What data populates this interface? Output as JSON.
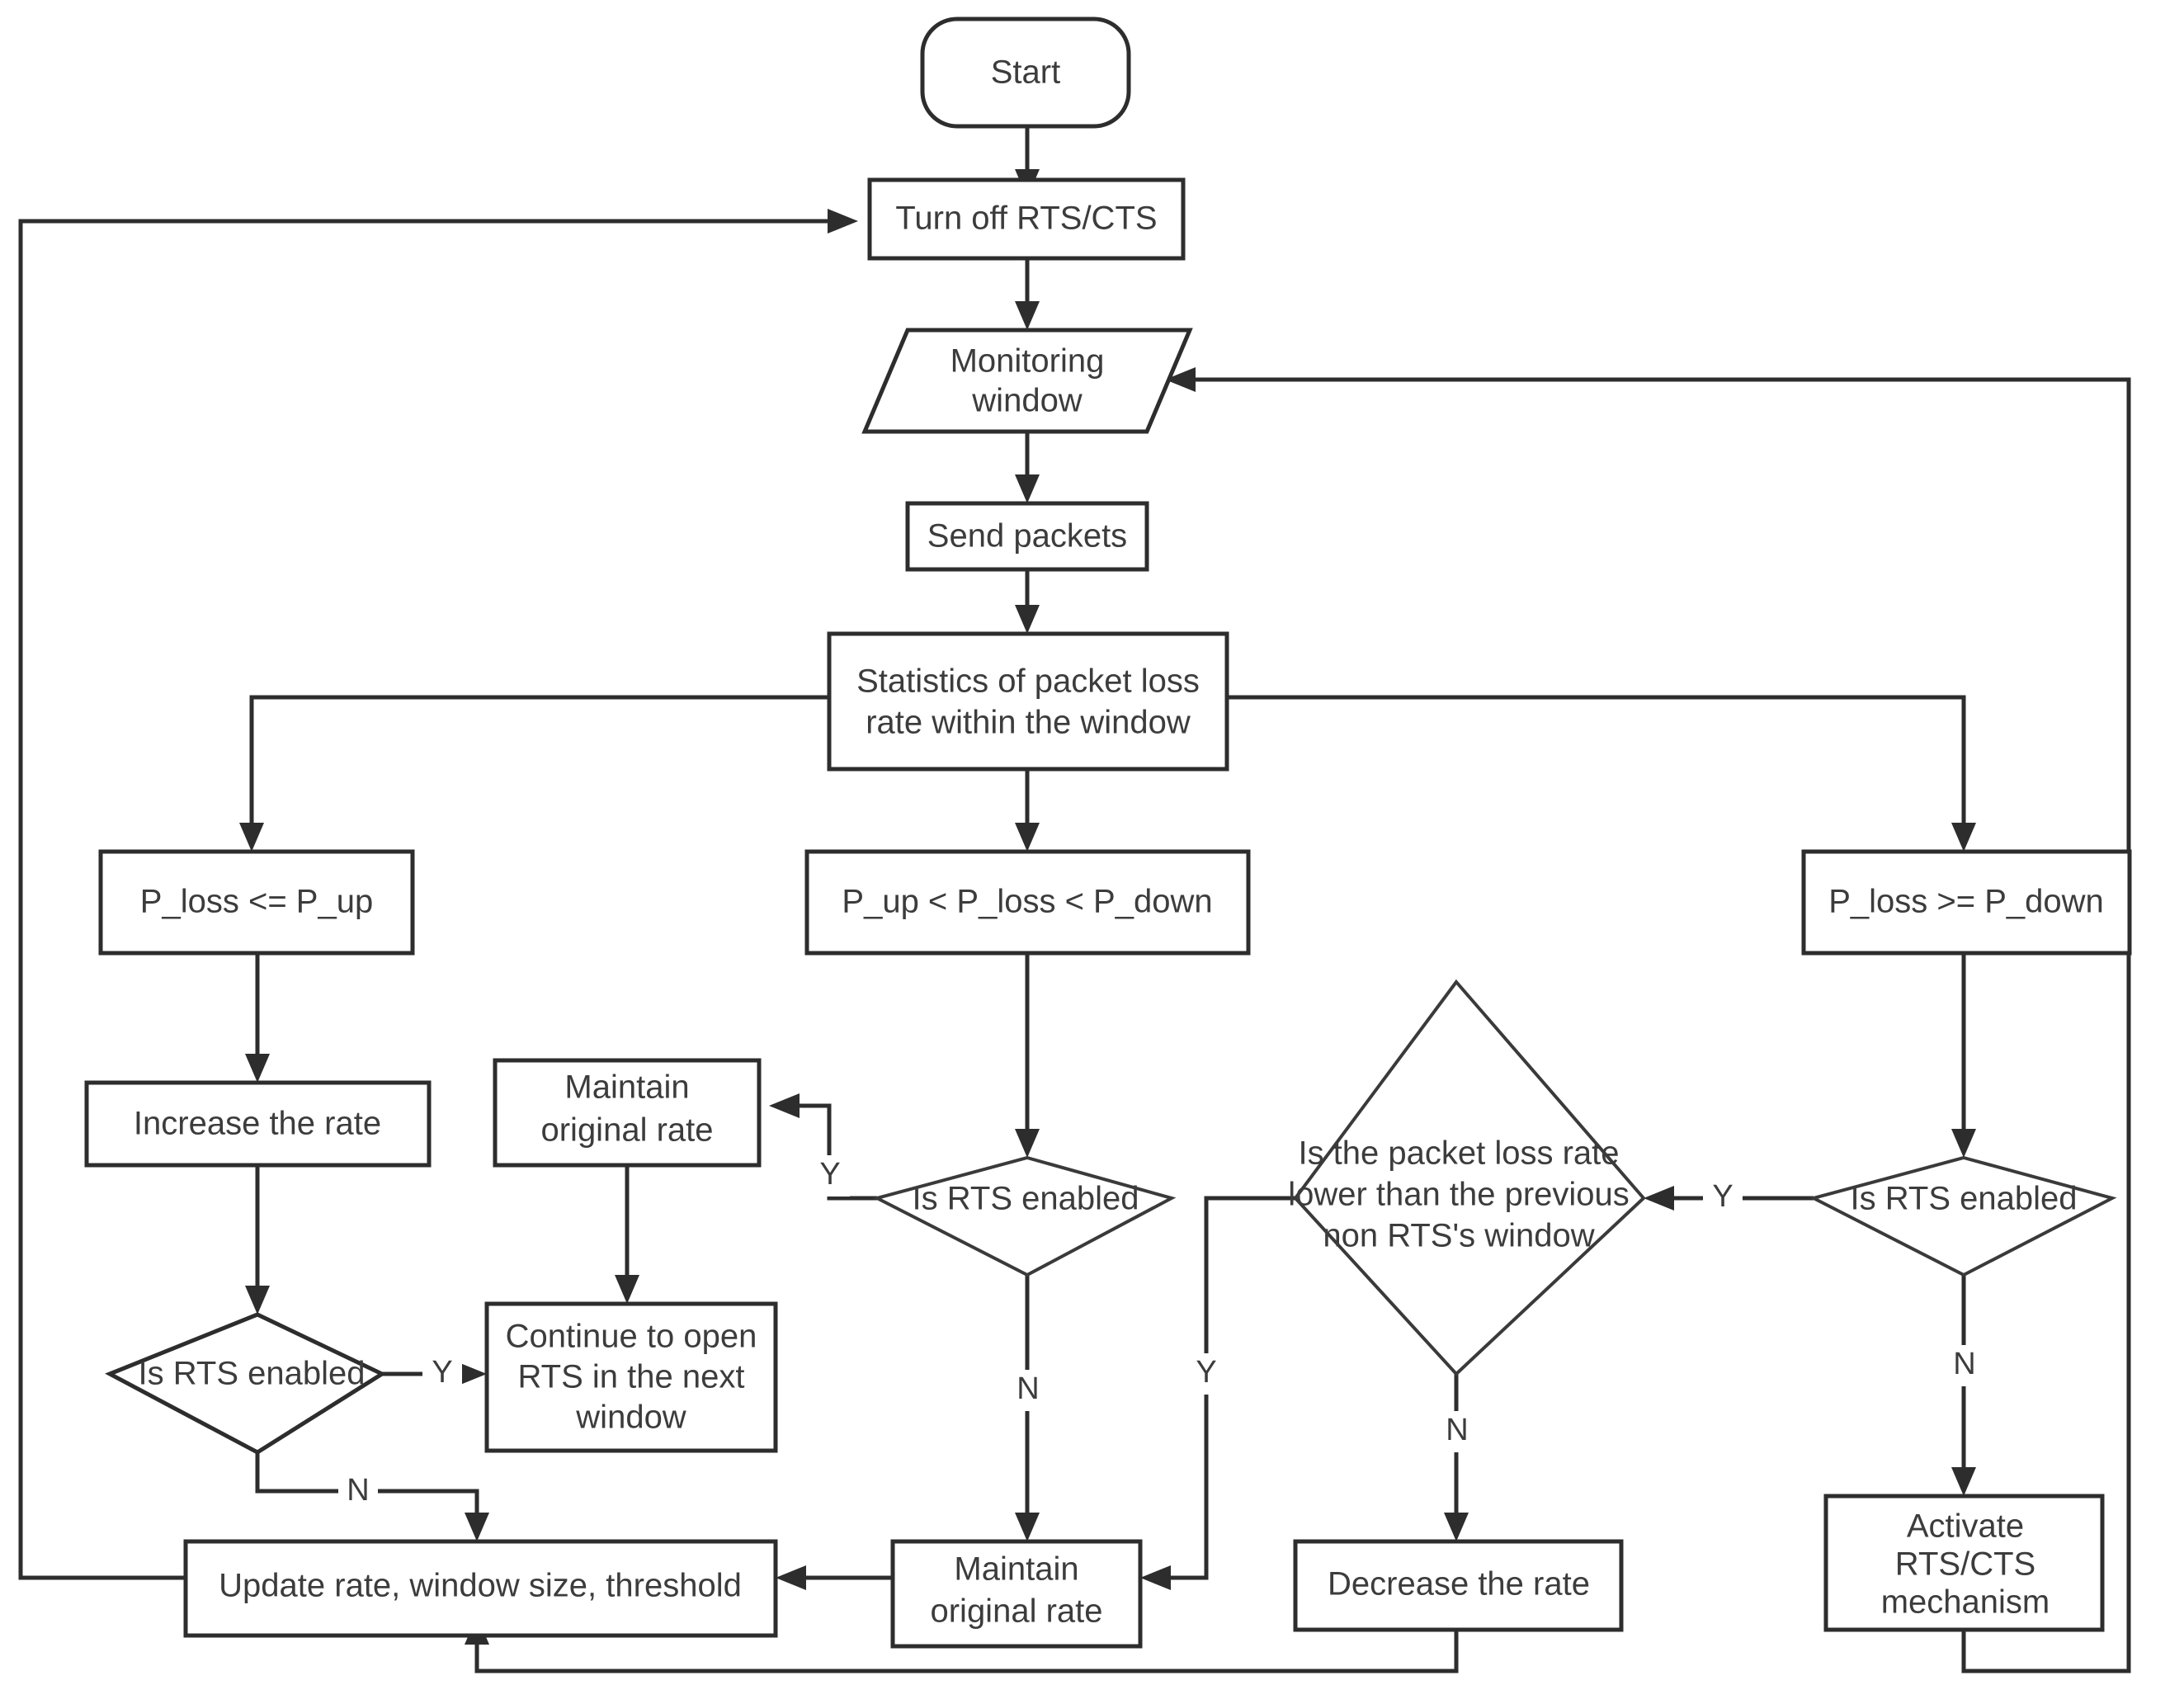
{
  "diagram": {
    "title": "RTS/CTS adaptive rate control flowchart",
    "background_color": "#ffffff",
    "line_color": "#2d2d2d",
    "text_color": "#3c3c3c",
    "nodes": {
      "start": {
        "label": "Start",
        "shape": "terminator"
      },
      "turn_off_rts": {
        "label": "Turn off RTS/CTS",
        "shape": "process"
      },
      "monitoring_window": {
        "label_line1": "Monitoring",
        "label_line2": "window",
        "shape": "parallelogram"
      },
      "send_packets": {
        "label": "Send packets",
        "shape": "process"
      },
      "statistics": {
        "label_line1": "Statistics of packet loss",
        "label_line2": "rate within the window",
        "shape": "process"
      },
      "cond_low": {
        "label": "P_loss <= P_up",
        "shape": "process"
      },
      "cond_mid": {
        "label": "P_up < P_loss < P_down",
        "shape": "process"
      },
      "cond_high": {
        "label": "P_loss >= P_down",
        "shape": "process"
      },
      "increase_rate": {
        "label": "Increase the rate",
        "shape": "process"
      },
      "maintain_rate_left": {
        "label_line1": "Maintain",
        "label_line2": "original rate",
        "shape": "process"
      },
      "rts_enabled_left": {
        "label": "Is RTS enabled",
        "shape": "decision"
      },
      "continue_open_rts": {
        "label_line1": "Continue to open",
        "label_line2": "RTS in the next",
        "label_line3": "window",
        "shape": "process"
      },
      "rts_enabled_mid": {
        "label": "Is RTS enabled",
        "shape": "decision"
      },
      "packet_loss_lower": {
        "label_line1": "Is the packet loss rate",
        "label_line2": "lower than the previous",
        "label_line3": "non RTS's window",
        "shape": "decision"
      },
      "rts_enabled_right": {
        "label": "Is RTS enabled",
        "shape": "decision"
      },
      "update_rate": {
        "label": "Update rate, window size, threshold",
        "shape": "process"
      },
      "maintain_rate_mid": {
        "label_line1": "Maintain",
        "label_line2": "original rate",
        "shape": "process"
      },
      "decrease_rate": {
        "label": "Decrease the rate",
        "shape": "process"
      },
      "activate_rts": {
        "label_line1": "Activate",
        "label_line2": "RTS/CTS",
        "label_line3": "mechanism",
        "shape": "process"
      }
    },
    "edge_labels": {
      "left_yes": "Y",
      "left_no": "N",
      "mid_yes": "Y",
      "mid_no": "N",
      "loop_yes": "Y",
      "loss_no": "N",
      "right_yes": "Y",
      "right_no": "N"
    }
  }
}
